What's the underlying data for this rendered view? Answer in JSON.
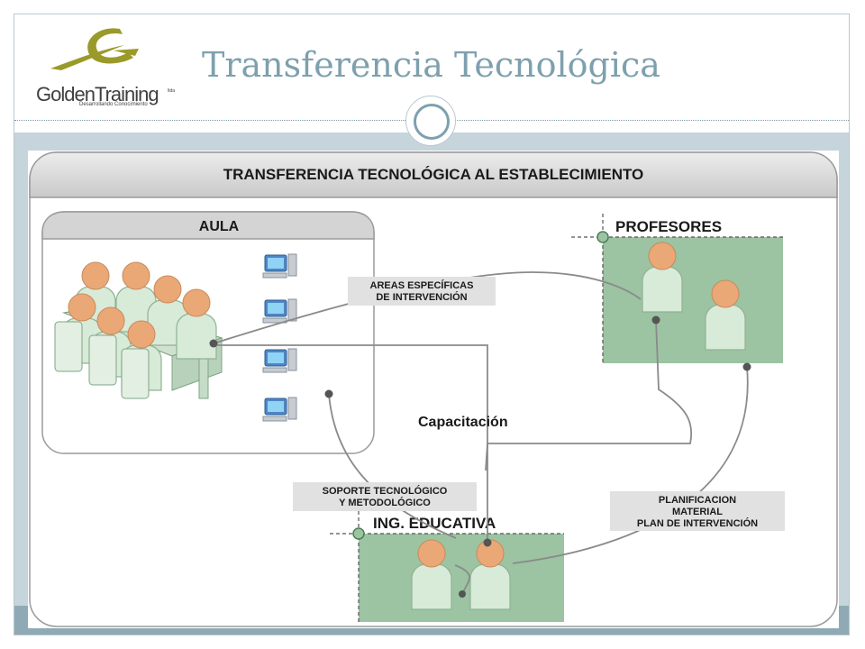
{
  "slide": {
    "title": "Transferencia Tecnológica"
  },
  "logo": {
    "brand": "GoldenTraining",
    "tagline": "Desarrollando Conocimiento",
    "suffix": "ltda"
  },
  "diagram": {
    "header": "TRANSFERENCIA TECNOLÓGICA AL ESTABLECIMIENTO",
    "aula_label": "AULA",
    "profesores_label": "PROFESORES",
    "ing_label": "ING. EDUCATIVA",
    "areas_line1": "AREAS ESPECÍFICAS",
    "areas_line2": "DE INTERVENCIÓN",
    "capacitacion": "Capacitación",
    "soporte_line1": "SOPORTE TECNOLÓGICO",
    "soporte_line2": "Y METODOLÓGICO",
    "plan_line1": "PLANIFICACION",
    "plan_line2": "MATERIAL",
    "plan_line3": "PLAN DE INTERVENCIÓN"
  },
  "colors": {
    "accent": "#7ea0ae",
    "panel_green": "#9cc3a2",
    "person_body": "#d8ead8",
    "person_head": "#eba877",
    "header_gray": "#d4d4d4"
  }
}
